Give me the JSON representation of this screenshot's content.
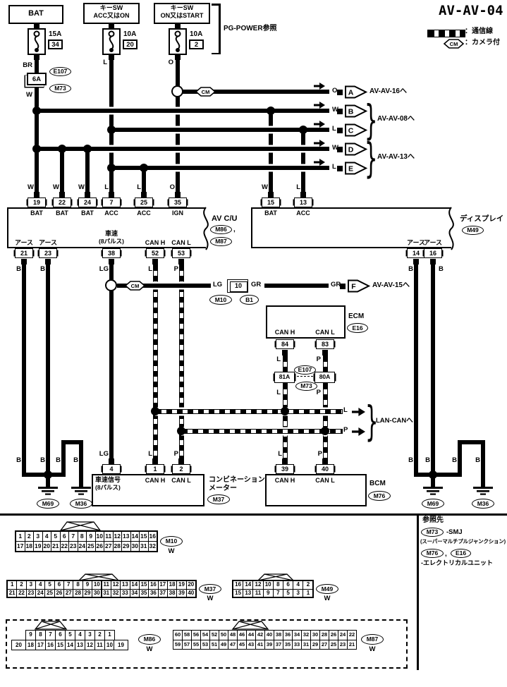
{
  "title": "AV-AV-04",
  "legend": {
    "comm": "：通信線",
    "cm": "CM",
    "camera": "：カメラ付"
  },
  "power": {
    "note": "PG-POWER参照",
    "bat": {
      "label": "BAT",
      "amp": "15A",
      "fuse": "34",
      "wire": "BR"
    },
    "sw1": {
      "l1": "キーSW",
      "l2": "ACC又はON",
      "amp": "10A",
      "fuse": "20",
      "wire": "L"
    },
    "sw2": {
      "l1": "キーSW",
      "l2": "ON又はSTART",
      "amp": "10A",
      "fuse": "2",
      "wire": "O"
    }
  },
  "j6a": {
    "label": "6A",
    "ref1": "E107",
    "ref2": "M73",
    "wire": "W"
  },
  "arrows": {
    "a": {
      "id": "A",
      "wire": "O",
      "dest": "AV-AV-16へ"
    },
    "b": {
      "id": "B",
      "wire": "W"
    },
    "c": {
      "id": "C",
      "wire": "L"
    },
    "bc_dest": "AV-AV-08へ",
    "d": {
      "id": "D",
      "wire": "W"
    },
    "e": {
      "id": "E",
      "wire": "L"
    },
    "de_dest": "AV-AV-13へ",
    "f": {
      "id": "F",
      "wire": "GR",
      "wire2": "GR",
      "dest": "AV-AV-15へ"
    }
  },
  "avcu": {
    "name": "AV C/U",
    "ref1": "M86",
    "comma": ",",
    "ref2": "M87",
    "top": [
      {
        "no": "19",
        "fn": "BAT",
        "w": "W"
      },
      {
        "no": "22",
        "fn": "BAT",
        "w": "W"
      },
      {
        "no": "24",
        "fn": "BAT",
        "w": "W"
      },
      {
        "no": "7",
        "fn": "ACC",
        "w": "L"
      },
      {
        "no": "25",
        "fn": "ACC",
        "w": "L"
      },
      {
        "no": "35",
        "fn": "IGN",
        "w": "O"
      }
    ],
    "bottom": [
      {
        "no": "21",
        "fn": "アース",
        "w": "B"
      },
      {
        "no": "23",
        "fn": "アース",
        "w": "B"
      },
      {
        "no": "38",
        "fn1": "車速",
        "fn2": "(8パルス)",
        "w": "LG"
      },
      {
        "no": "52",
        "fn": "CAN H",
        "w": "L"
      },
      {
        "no": "53",
        "fn": "CAN L",
        "w": "P"
      }
    ]
  },
  "disp": {
    "name": "ディスプレイ",
    "ref": "M49",
    "top": [
      {
        "no": "15",
        "fn": "BAT",
        "w": "W"
      },
      {
        "no": "13",
        "fn": "ACC",
        "w": "L"
      }
    ],
    "bottom": [
      {
        "no": "14",
        "fn": "アース",
        "w": "B"
      },
      {
        "no": "16",
        "fn": "アース",
        "w": "B"
      }
    ]
  },
  "speed": {
    "cm": "CM",
    "in": "LG",
    "conn": "10",
    "ref1": "M10",
    "ref2": "B1"
  },
  "ecm": {
    "name": "ECM",
    "ref": "E16",
    "p1": {
      "no": "84",
      "fn": "CAN H",
      "w": "L"
    },
    "p2": {
      "no": "83",
      "fn": "CAN L",
      "w": "P"
    }
  },
  "smj": {
    "c1": "81A",
    "c2": "80A",
    "ref1": "E107",
    "ref2": "M73",
    "w1": "L",
    "w2": "P"
  },
  "lan": {
    "l": "L",
    "p": "P",
    "dest": "LAN-CANへ"
  },
  "meter": {
    "n1": "コンビネーション",
    "n2": "メーター",
    "ref": "M37",
    "pins": [
      {
        "no": "4",
        "fn1": "車速信号",
        "fn2": "(8パルス)",
        "w": "LG"
      },
      {
        "no": "1",
        "fn": "CAN H",
        "w": "L"
      },
      {
        "no": "2",
        "fn": "CAN L",
        "w": "P"
      }
    ]
  },
  "bcm": {
    "name": "BCM",
    "ref": "M76",
    "pins": [
      {
        "no": "39",
        "fn": "CAN H",
        "w": "L"
      },
      {
        "no": "40",
        "fn": "CAN L",
        "w": "P"
      }
    ]
  },
  "gnd": {
    "left": {
      "b1": "B",
      "b2": "B",
      "b3": "B",
      "b4": "B",
      "g1": "M69",
      "g2": "M36"
    },
    "right": {
      "b1": "B",
      "b2": "B",
      "b3": "B",
      "b4": "B",
      "g1": "M69",
      "g2": "M36"
    }
  },
  "views": [
    {
      "ref": "M10",
      "color": "W",
      "top": [
        "1",
        "2",
        "3",
        "4",
        "5",
        "6",
        "7",
        "8",
        "9",
        "10",
        "11",
        "12",
        "13",
        "14",
        "15",
        "16"
      ],
      "bot": [
        "17",
        "18",
        "19",
        "20",
        "21",
        "22",
        "23",
        "24",
        "25",
        "26",
        "27",
        "28",
        "29",
        "30",
        "31",
        "32"
      ]
    },
    {
      "ref": "M37",
      "color": "W",
      "top": [
        "1",
        "2",
        "3",
        "4",
        "5",
        "6",
        "7",
        "8",
        "9",
        "10",
        "11",
        "12",
        "13",
        "14",
        "15",
        "16",
        "17",
        "18",
        "19",
        "20"
      ],
      "bot": [
        "21",
        "22",
        "23",
        "24",
        "25",
        "26",
        "27",
        "28",
        "29",
        "30",
        "31",
        "32",
        "33",
        "34",
        "35",
        "36",
        "37",
        "38",
        "39",
        "40"
      ]
    },
    {
      "ref": "M49",
      "color": "W",
      "top": [
        "16",
        "14",
        "12",
        "10",
        "8",
        "6",
        "4",
        "2"
      ],
      "bot": [
        "15",
        "13",
        "11",
        "9",
        "7",
        "5",
        "3",
        "1"
      ]
    },
    {
      "ref": "M86",
      "color": "W",
      "top": [
        "9",
        "8",
        "7",
        "6",
        "5",
        "4",
        "3",
        "2",
        "1"
      ],
      "botLeft": "20",
      "bot": [
        "18",
        "17",
        "16",
        "15",
        "14",
        "13",
        "12",
        "11",
        "10"
      ],
      "botRight": "19"
    },
    {
      "ref": "M87",
      "color": "W",
      "top": [
        "60",
        "58",
        "56",
        "54",
        "52",
        "50",
        "48",
        "46",
        "44",
        "42",
        "40",
        "38",
        "36",
        "34",
        "32",
        "30",
        "28",
        "26",
        "24",
        "22"
      ],
      "bot": [
        "59",
        "57",
        "55",
        "53",
        "51",
        "49",
        "47",
        "45",
        "43",
        "41",
        "39",
        "37",
        "35",
        "33",
        "31",
        "29",
        "27",
        "25",
        "23",
        "21"
      ]
    }
  ],
  "notes": {
    "head": "参照先",
    "r1": "M73",
    "t1": "-SMJ",
    "s1": "(スーパーマルチプルジャンクション)",
    "r2": "M76",
    "comma": ",",
    "r3": "E16",
    "t2": "-エレクトリカルユニット"
  }
}
